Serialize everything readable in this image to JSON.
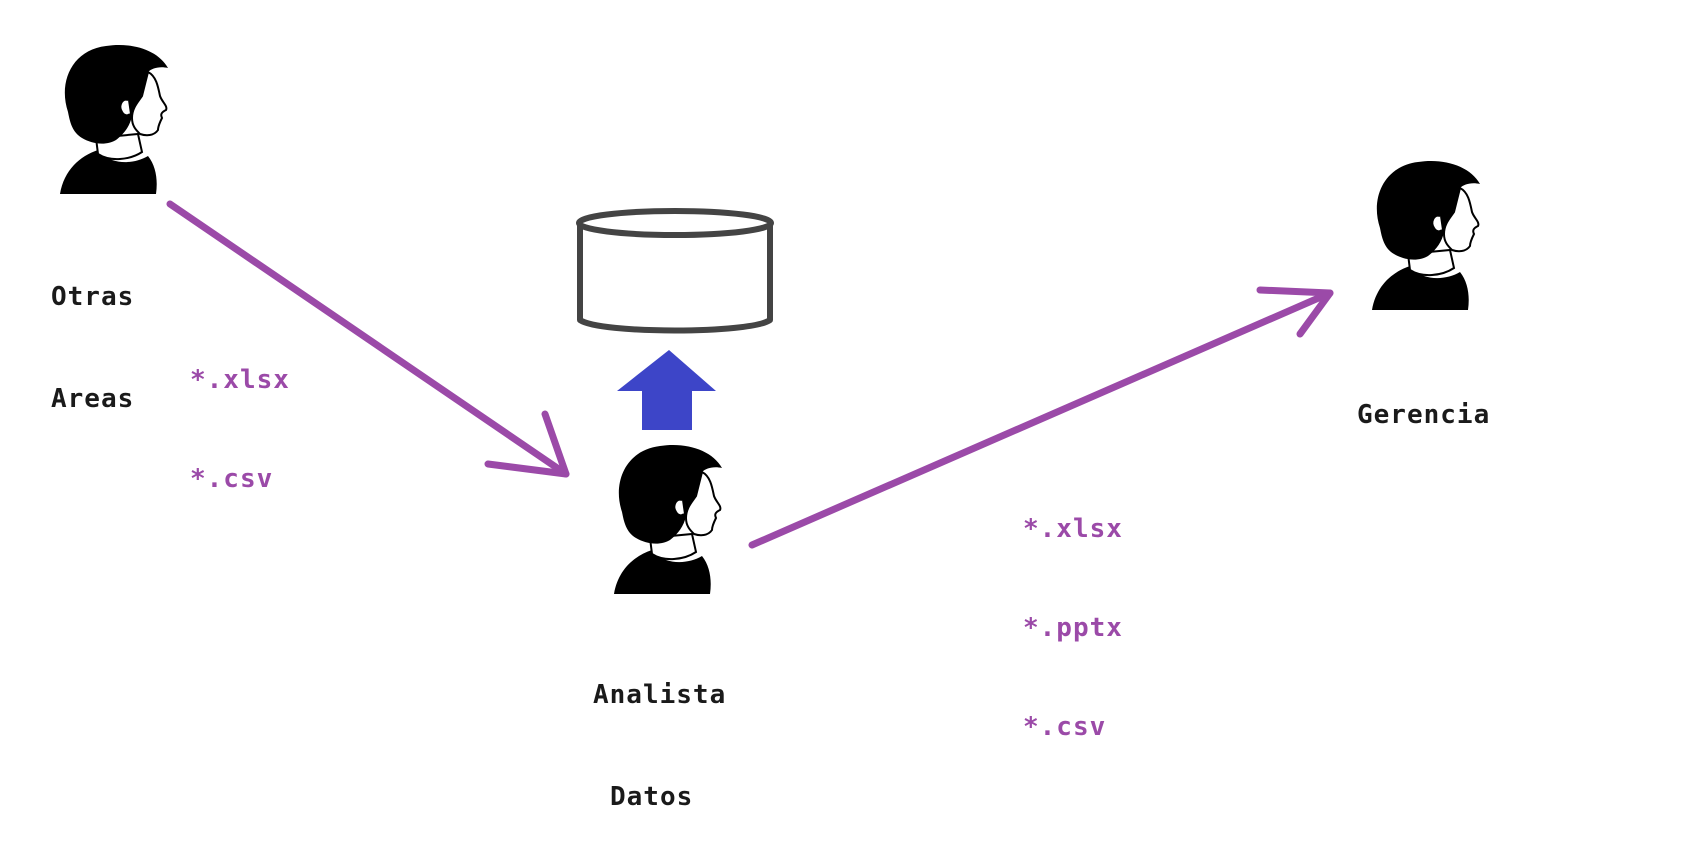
{
  "actors": {
    "otras_areas": {
      "line1": "Otras",
      "line2": "Areas"
    },
    "analista": {
      "line1": "Analista",
      "line2": "Datos"
    },
    "gerencia": {
      "line1": "Gerencia"
    }
  },
  "files": {
    "incoming": [
      "*.xlsx",
      "*.csv"
    ],
    "outgoing": [
      "*.xlsx",
      "*.pptx",
      "*.csv"
    ]
  },
  "icons": {
    "person": "person-silhouette-icon",
    "database": "database-cylinder-icon",
    "upload": "up-arrow-icon"
  },
  "colors": {
    "flow": "#9b4aa8",
    "upload": "#3d45c8",
    "database": "#444444",
    "text": "#1a1a1a"
  }
}
